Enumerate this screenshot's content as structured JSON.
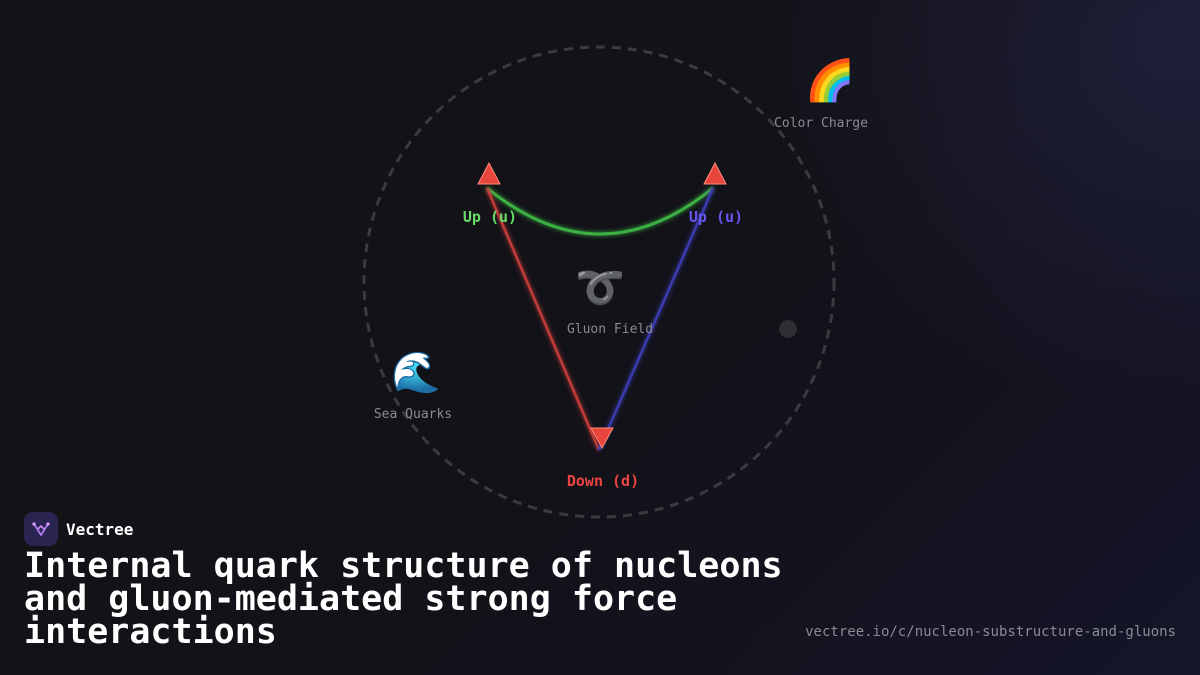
{
  "diagram": {
    "quarks": [
      {
        "label": "Up (u)",
        "color": "#66dd66",
        "symbol": "up-triangle"
      },
      {
        "label": "Up (u)",
        "color": "#6655ee",
        "symbol": "up-triangle"
      },
      {
        "label": "Down (d)",
        "color": "#ee4444",
        "symbol": "down-triangle"
      }
    ],
    "features": [
      {
        "label": "Color Charge",
        "icon": "🌈",
        "icon_name": "rainbow-icon"
      },
      {
        "label": "Gluon Field",
        "icon": "➰",
        "icon_name": "curly-loop-icon"
      },
      {
        "label": "Sea Quarks",
        "icon": "🌊",
        "icon_name": "wave-icon"
      }
    ],
    "colors": {
      "gluon_green": "#3cb043",
      "gluon_red": "#c23a3a",
      "gluon_blue": "#3a3ab0",
      "boundary": "#3a3a40",
      "accent": "#8b5cf6"
    }
  },
  "brand": {
    "name": "Vectree"
  },
  "title": "Internal quark structure of nucleons and gluon-mediated strong force interactions",
  "url": "vectree.io/c/nucleon-substructure-and-gluons"
}
